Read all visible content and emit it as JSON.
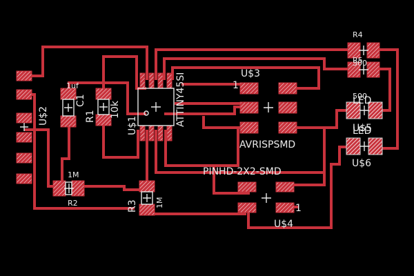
{
  "board": {
    "background_color": "#000000",
    "trace_color": "#c8323c",
    "silk_color": "#e8e8e8"
  },
  "labels": {
    "u2": "U$2",
    "c1_value": "1uf",
    "c1_ref": "C1",
    "r1_ref": "R1",
    "r1_value": "10k",
    "u1": "U$1",
    "attiny": "ATTINY45SI",
    "u3": "U$3",
    "pin1_u3": "1",
    "avrisp": "AVRISPSMD",
    "r4": "R4",
    "r4_value": "500",
    "r5": "R5",
    "r5_value": "500",
    "led1": "LED",
    "u5": "U$5",
    "led2": "LED",
    "u6": "U$6",
    "r2_value": "1M",
    "r2_ref": "R2",
    "r3_ref": "R3",
    "r3_value": "1M",
    "pinhd": "PINHD-2X2-SMD",
    "u4": "U$4",
    "pin1_u4": "1"
  }
}
